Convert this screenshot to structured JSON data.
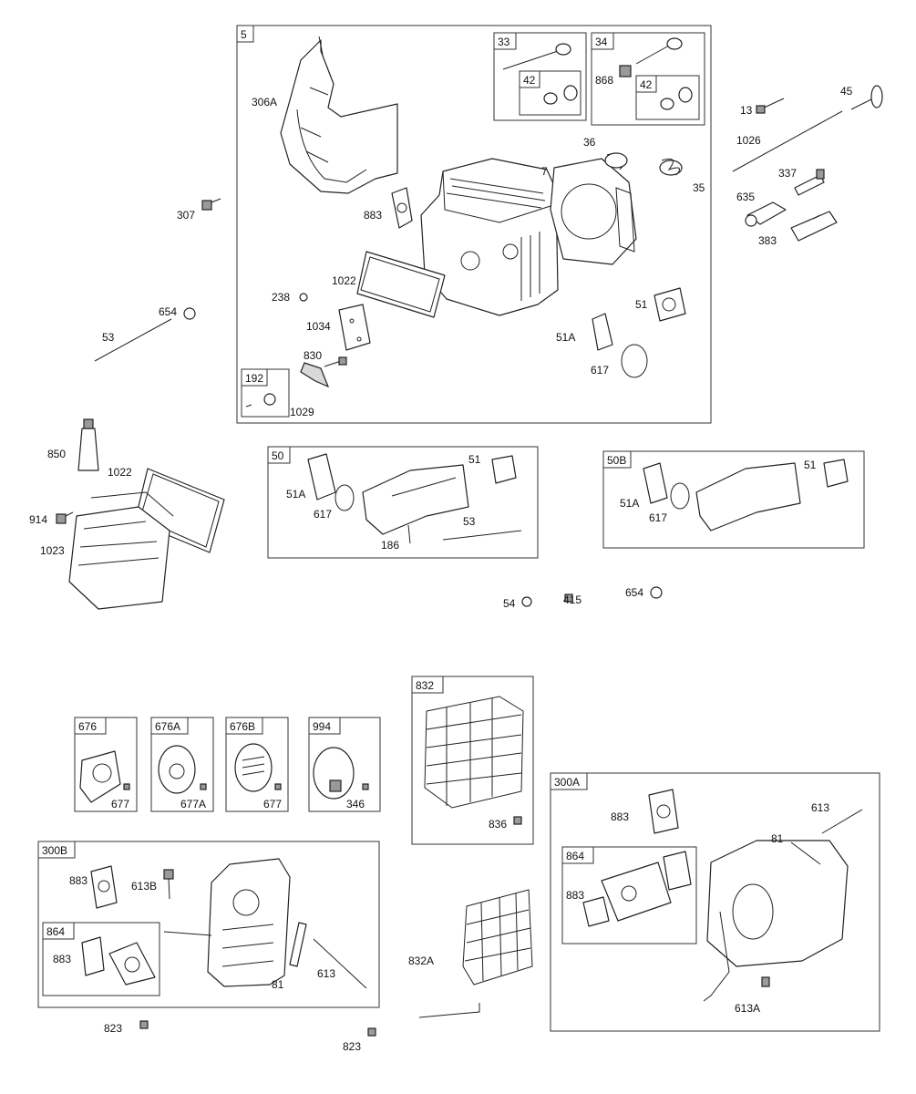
{
  "boxes": {
    "b5": "5",
    "b33": "33",
    "b34": "34",
    "b42a": "42",
    "b42b": "42",
    "b192": "192",
    "b50": "50",
    "b50b": "50B",
    "b676": "676",
    "b676a": "676A",
    "b676b": "676B",
    "b994": "994",
    "b832": "832",
    "b300a": "300A",
    "b864a": "864",
    "b300b": "300B",
    "b864b": "864"
  },
  "labels": {
    "l306a": "306A",
    "l307": "307",
    "l654a": "654",
    "l53a": "53",
    "l883a": "883",
    "l1022a": "1022",
    "l238": "238",
    "l1034": "1034",
    "l830": "830",
    "l1029": "1029",
    "l868": "868",
    "l36": "36",
    "l7": "7",
    "l35": "35",
    "l51a": "51",
    "l51aa": "51A",
    "l617a": "617",
    "l13": "13",
    "l45": "45",
    "l1026": "1026",
    "l337": "337",
    "l635": "635",
    "l383": "383",
    "l850": "850",
    "l1022b": "1022",
    "l914": "914",
    "l1023": "1023",
    "l51ab": "51A",
    "l617b": "617",
    "l51b": "51",
    "l53b": "53",
    "l186": "186",
    "l51ac": "51A",
    "l617c": "617",
    "l51c": "51",
    "l54": "54",
    "l415": "415",
    "l654b": "654",
    "l677a": "677",
    "l677aa": "677A",
    "l677b": "677",
    "l346": "346",
    "l836": "836",
    "l883b": "883",
    "l613a": "613",
    "l81a": "81",
    "l883c": "883",
    "l613aa": "613A",
    "l883d": "883",
    "l613b": "613B",
    "l883e": "883",
    "l81b": "81",
    "l613b2": "613",
    "l832a": "832A",
    "l823a": "823",
    "l823b": "823"
  },
  "icons": {
    "shield": "heat-shield-icon",
    "cylinder_head": "cylinder-head-icon",
    "valve_cover": "valve-cover-icon",
    "muffler": "muffler-icon",
    "guard": "muffler-guard-icon"
  },
  "colors": {
    "line": "#222222",
    "frame": "#333333",
    "fill": "#ffffff",
    "shade": "#d8d8d8"
  }
}
